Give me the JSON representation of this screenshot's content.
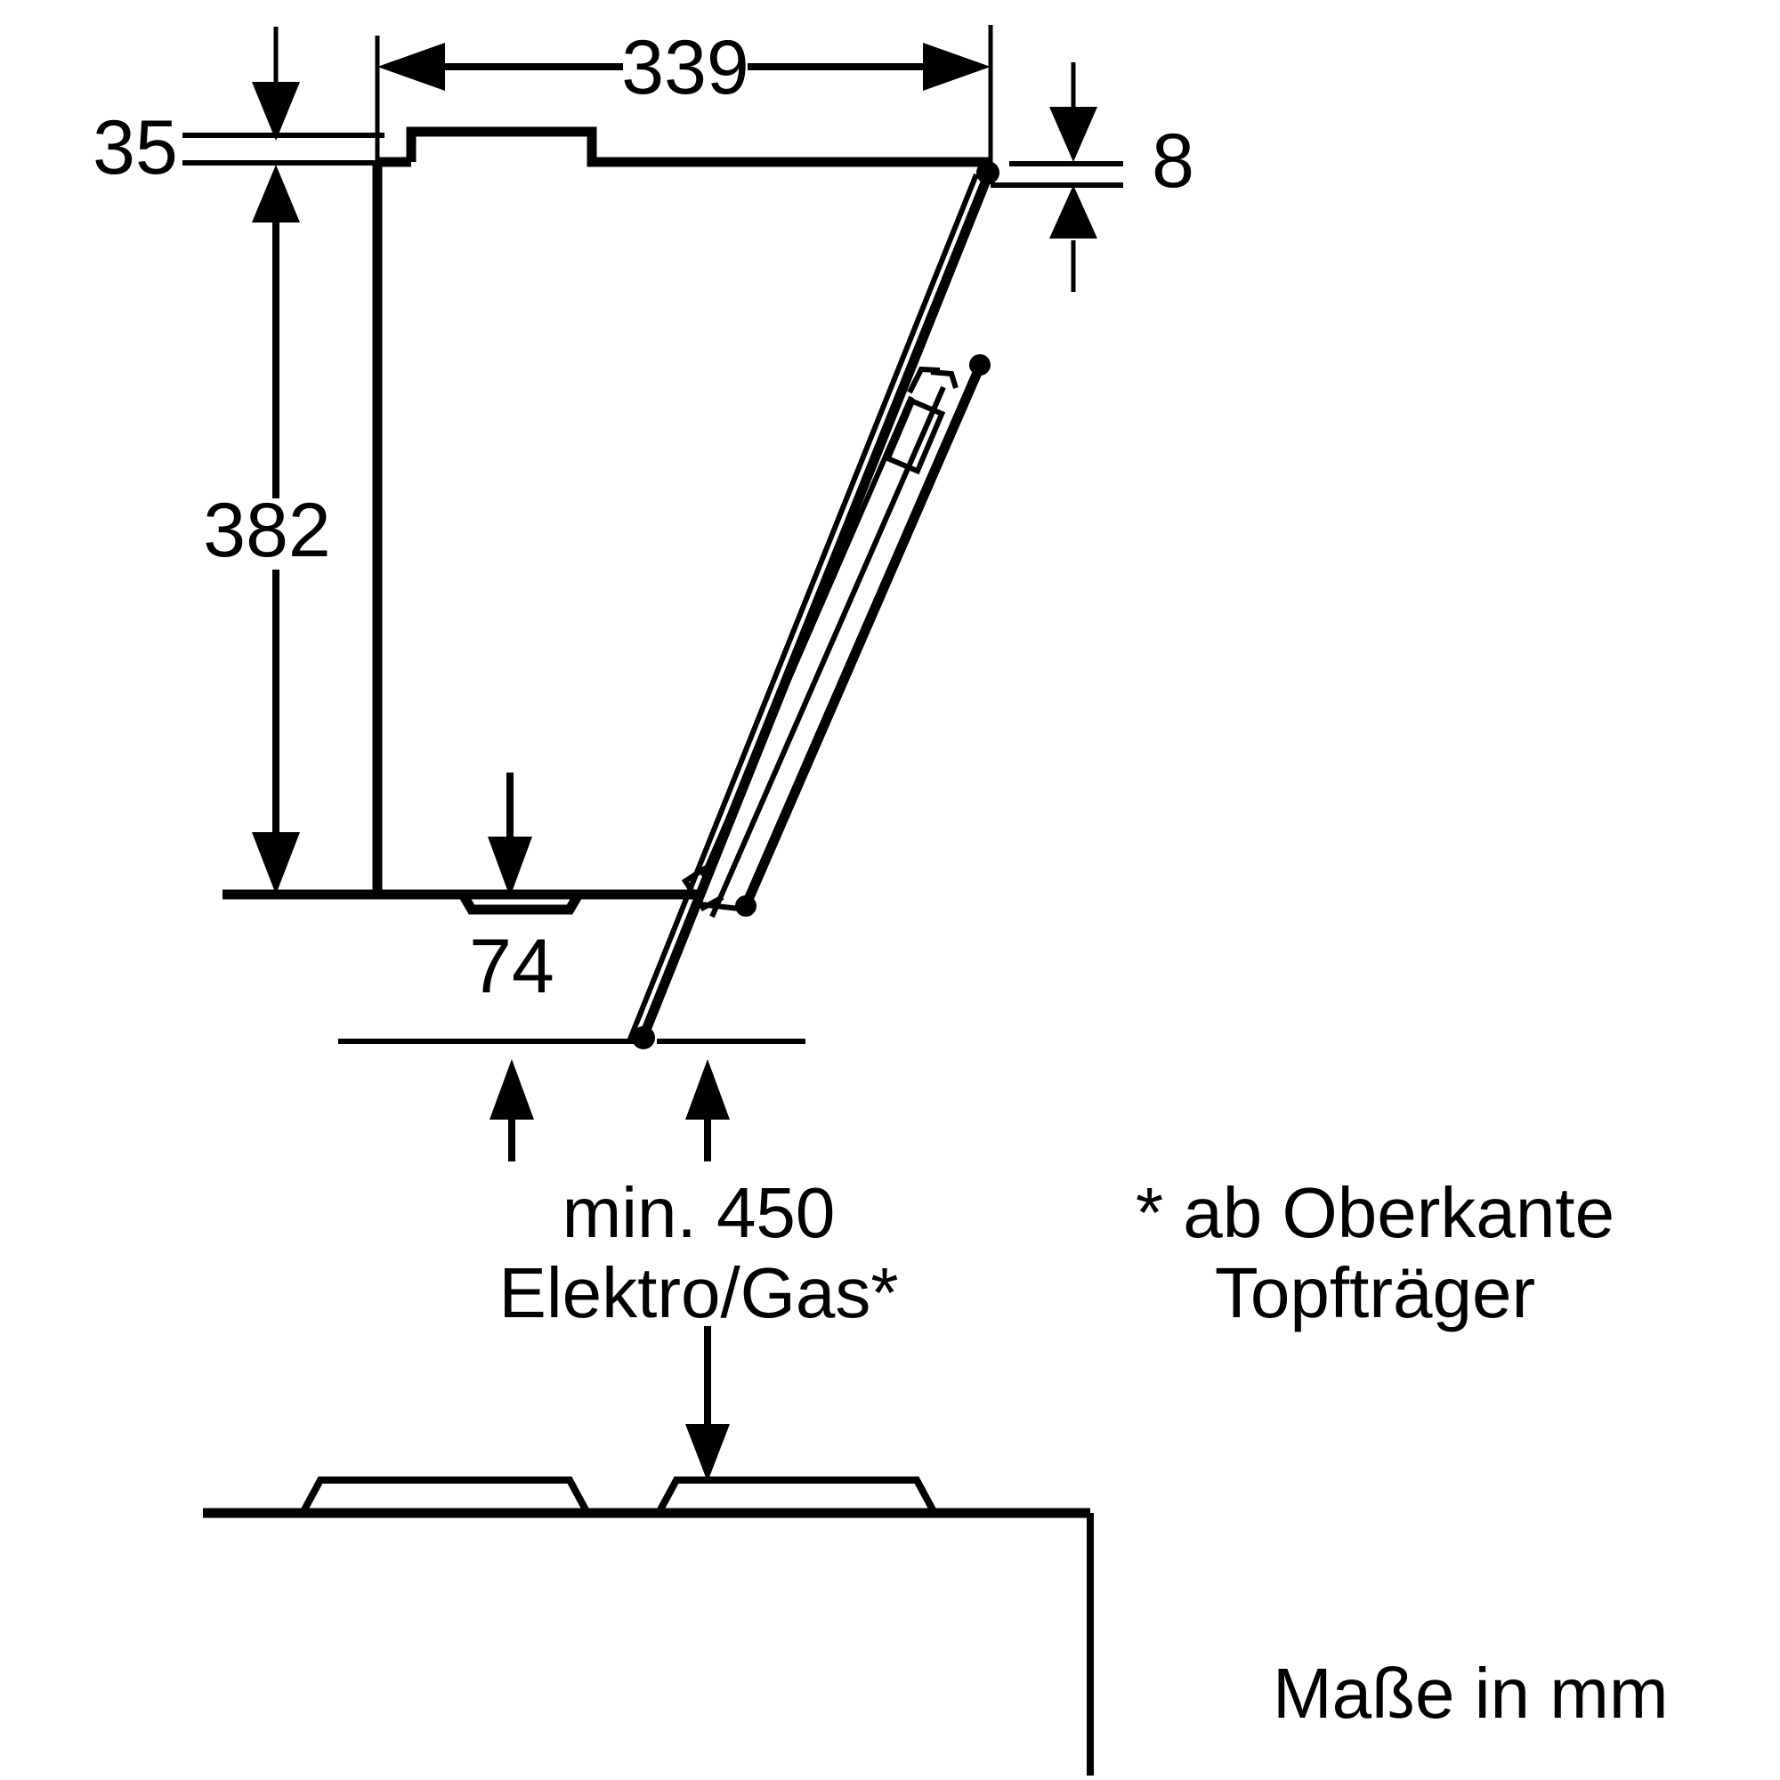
{
  "document": {
    "type": "technical-dimension-drawing",
    "subject": "Inclined wall-mounted cooker hood side view with hob",
    "language": "de",
    "units_note": "Maße in mm"
  },
  "dimensions": {
    "depth_339": "339",
    "top_offset_35": "35",
    "glass_thickness_8": "8",
    "body_height_382": "382",
    "base_offset_74": "74",
    "min_distance_line1": "min. 450",
    "min_distance_line2": "Elektro/Gas*"
  },
  "notes": {
    "footnote_line1": "* ab Oberkante",
    "footnote_line2": "Topfträger",
    "units": "Maße in mm"
  },
  "colors": {
    "line": "#000000",
    "background": "#ffffff"
  },
  "chart_data": {
    "type": "table",
    "title": "Maßzeichnung Dunstabzugshaube",
    "categories": [
      "339",
      "35",
      "8",
      "382",
      "74",
      "min. 450 Elektro/Gas*"
    ],
    "values": [
      339,
      35,
      8,
      382,
      74,
      450
    ],
    "xlabel": "",
    "ylabel": "mm",
    "annotations": [
      "* ab Oberkante Topfträger",
      "Maße in mm"
    ]
  }
}
